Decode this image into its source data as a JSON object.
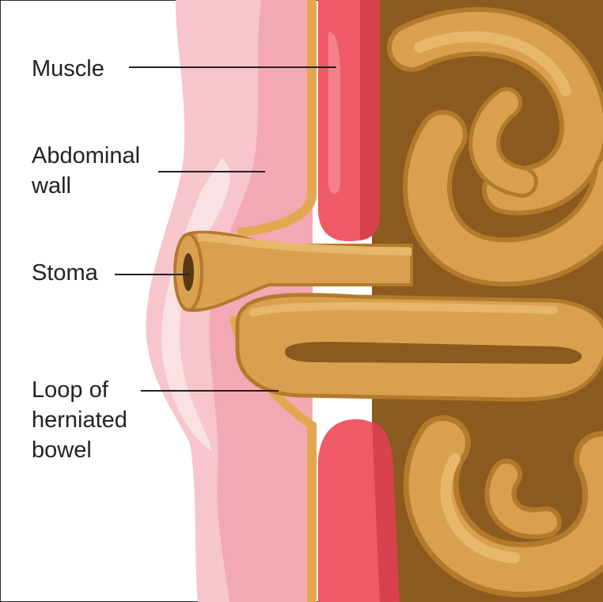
{
  "labels": {
    "muscle": "Muscle",
    "abdominal_wall_line1": "Abdominal",
    "abdominal_wall_line2": "wall",
    "stoma": "Stoma",
    "loop_line1": "Loop of",
    "loop_line2": "herniated",
    "loop_line3": "bowel"
  },
  "colors": {
    "skin_light": "#f6c6cc",
    "skin_mid": "#f2a9b3",
    "skin_highlight": "#fbe3e6",
    "muscle_red": "#ee5a66",
    "muscle_dark": "#d8414e",
    "cavity_dark": "#8a5a1e",
    "bowel_tan": "#d9a04f",
    "bowel_light": "#e7b86a",
    "bowel_shadow": "#b47a2c",
    "fascia": "#e3a84f",
    "leader_line": "#222222"
  }
}
